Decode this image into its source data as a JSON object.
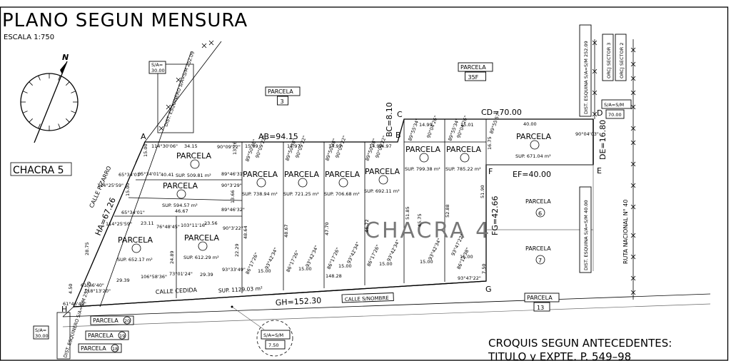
{
  "title": "PLANO SEGUN MENSURA",
  "scale": "ESCALA 1:750",
  "north": "N",
  "labels": {
    "chacra5": "CHACRA 5",
    "chacra4": "CHACRA 4",
    "calle_pizarro": "CALLE PIZARRO",
    "calle_cedida": "CALLE CEDIDA",
    "calle_snombre": "CALLE S/NOMBRE",
    "ruta": "RUTA NACIONAL N° 40",
    "dist_esq_top": "DIST. ESQUINERO S/A=S/M 252.09",
    "dist_esq_bot": "DIST. ESQUINERO S/A=S/M 252.09",
    "dist_esq_right_top": "DIST. ESQUINA S/A=S/M 252.09",
    "dist_esq_right_bot": "DIST. ESQUINA S/A=S/M 40.00",
    "orcj3": "ORCJ SECTOR 3",
    "orcj2": "ORCJ SECTOR 2",
    "cedida_sup": "SUP. 1129.03 m²"
  },
  "dimensions": {
    "ab": "AB=94.15",
    "bc": "BC=8.10",
    "cd": "CD=70.00",
    "de": "DE=16.80",
    "ef": "EF=40.00",
    "fg": "FG=42.66",
    "gh": "GH=152.30",
    "ha": "HA=67.26"
  },
  "vertices": [
    "A",
    "B",
    "C",
    "D",
    "E",
    "F",
    "G",
    "H"
  ],
  "boxes": {
    "sa_top_1": "S/A=",
    "sa_top_2": "30.00",
    "sa_bot_1": "S/A=",
    "sa_bot_2": "30.00",
    "sa_right_1": "S/A=S/M",
    "sa_right_2": "70.00",
    "sa_circle_1": "S/A=S/M",
    "sa_circle_2": "7.50"
  },
  "neighbors": [
    {
      "label": "PARCELA",
      "num": "3"
    },
    {
      "label": "PARCELA",
      "num": "35F"
    },
    {
      "label": "PARCELA",
      "num": "13"
    },
    {
      "label": "PARCELA",
      "num": "20"
    },
    {
      "label": "PARCELA",
      "num": "19"
    },
    {
      "label": "PARCELA",
      "num": "18"
    },
    {
      "label": "PARCELA",
      "num": "6"
    },
    {
      "label": "PARCELA",
      "num": "7"
    }
  ],
  "parcels": [
    {
      "label": "PARCELA",
      "sup": "SUP. 509.81 m²"
    },
    {
      "label": "PARCELA",
      "sup": "SUP. 594.57 m²"
    },
    {
      "label": "PARCELA",
      "sup": "SUP. 652.17 m²"
    },
    {
      "label": "PARCELA",
      "sup": "SUP. 612.29 m²"
    },
    {
      "label": "PARCELA",
      "sup": "SUP. 738.94 m²"
    },
    {
      "label": "PARCELA",
      "sup": "SUP. 721.25 m²"
    },
    {
      "label": "PARCELA",
      "sup": "SUP. 706.68 m²"
    },
    {
      "label": "PARCELA",
      "sup": "SUP. 692.11 m²"
    },
    {
      "label": "PARCELA",
      "sup": "SUP. 799.38 m²"
    },
    {
      "label": "PARCELA",
      "sup": "SUP. 785.22 m²"
    },
    {
      "label": "PARCELA",
      "sup": "SUP. 671.04 m²"
    }
  ],
  "small_dims": {
    "top_row": [
      "15.09",
      "14.97",
      "14.97",
      "14.97",
      "14.97",
      "14.99",
      "15.01",
      "40.00"
    ],
    "bottom_row": [
      "15.00",
      "15.00",
      "15.00",
      "15.00",
      "15.00",
      "15.00"
    ],
    "left": [
      "34.15",
      "40.41",
      "46.67",
      "23.11",
      "23.56",
      "29.39",
      "29.39",
      "148.28"
    ],
    "vertical": [
      "13.76",
      "15.00",
      "15.00",
      "28.75",
      "13.66",
      "22.29",
      "24.89",
      "48.64",
      "48.67",
      "47.70",
      "46.72",
      "51.85",
      "45.75",
      "52.88",
      "51.90",
      "16.75",
      "7.50",
      "4.50"
    ],
    "angles_top": [
      "90°09'22\"",
      "89°46'31\"",
      "90°3'29\"",
      "89°46'32\"",
      "90°3'22\"",
      "89°50'38\"",
      "90°09'22\"",
      "89°50'38\"",
      "90°09'22\"",
      "89°50'38\"",
      "90°09'22\"",
      "89°50'38\"",
      "90°09'22\"",
      "89°55'34\"",
      "90°04'26\"",
      "89°55'34\"",
      "90°04'26\"",
      "89°55'57\"",
      "90°04'03\""
    ],
    "angles_bot": [
      "93°42'34\"",
      "86°17'26\"",
      "93°42'34\"",
      "86°17'26\"",
      "93°42'34\"",
      "86°17'26\"",
      "93°42'34\"",
      "86°17'26\"",
      "93°42'34\"",
      "86°12'38\"",
      "93°47'22\"",
      "93°47'22\"",
      "93°33'49\"",
      "73°01'24\"",
      "106°58'36\"",
      "61°46'40\"",
      "118°13'20\"",
      "61°46'40\"",
      "114°25'59\"",
      "65°34'01\"",
      "114°25'59\"",
      "65°34'01\"",
      "114°30'06\"",
      "65°34'01\"",
      "103°11'16\"",
      "76°48'45\""
    ]
  },
  "footer": {
    "line1": "CROQUIS SEGUN ANTECEDENTES:",
    "line2": "TITULO y EXPTE. P. 549–98"
  }
}
